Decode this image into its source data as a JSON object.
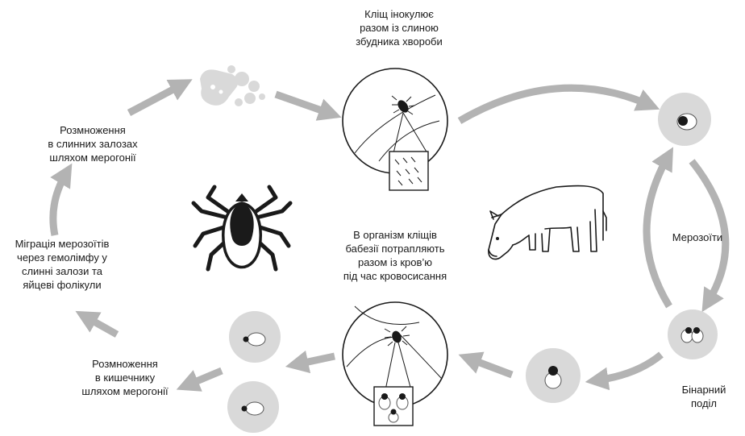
{
  "labels": {
    "inoculation": "Кліщ інокулює\nразом із слиною\nзбудника хвороби",
    "salivary": "Розмноження\nв слинних залозах\nшляхом мерогонії",
    "migration": "Міграція мерозоїтів\nчерез гемолімфу у\nслинні залози та\nяйцеві фолікули",
    "entry": "В організм кліщів\nбабезії потрапляють\nразом із кров’ю\nпід час кровосисання",
    "intestine": "Розмноження\nв кишечнику\nшляхом мерогонії",
    "merozoites": "Мерозоїти",
    "binary": "Бінарний\nподіл"
  },
  "colors": {
    "arrow": "#b3b3b3",
    "cell": "#d9d9d9",
    "ink": "#1a1a1a"
  },
  "icons": [
    "tick-icon",
    "cow-icon",
    "salivary-gland-icon",
    "magnified-tick-icon",
    "red-blood-cell-icon",
    "parasite-icon"
  ]
}
